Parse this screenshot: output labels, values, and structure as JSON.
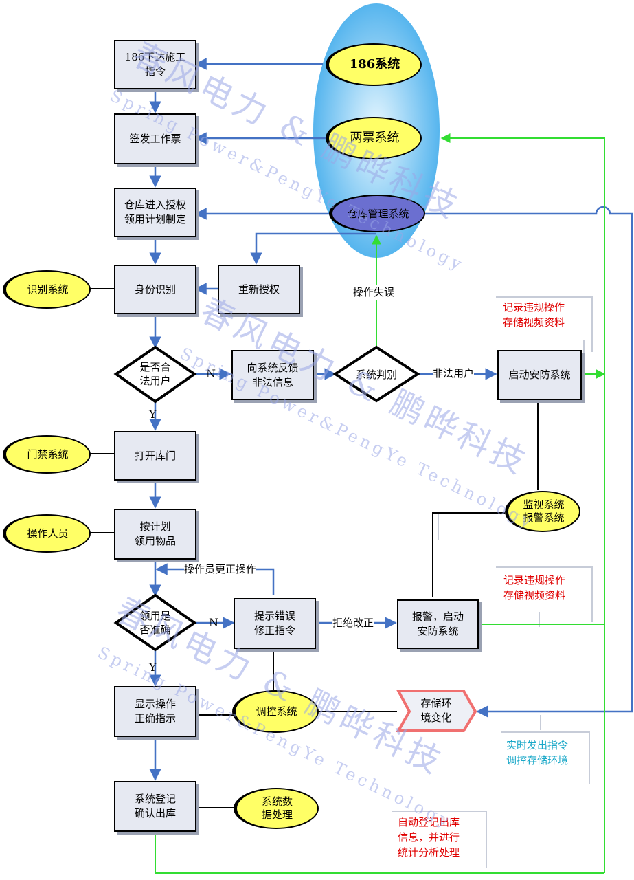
{
  "colors": {
    "arrow": "#4472c4",
    "green": "#33dd33",
    "ellipse": "#ffff66",
    "box": "#e6e9f2",
    "blob": "#5bb8ef",
    "red_note": "#e00000",
    "cyan_note": "#1aa8c8"
  },
  "systems": {
    "s186": "186系统",
    "liangpiao": "两票系统",
    "cangku": "仓库管理系统"
  },
  "ellipses": {
    "shibie": "识别系统",
    "menjin": "门禁系统",
    "caozuo": "操作人员",
    "jiankong": "监视系统\n报警系统",
    "tiaokong": "调控系统",
    "shuju": "系统数\n据处理"
  },
  "boxes": {
    "b186": "186下达施工\n指令",
    "qianfa": "签发工作票",
    "jinru": "仓库进入授权\n领用计划制定",
    "shenfen": "身份识别",
    "chongxin": "重新授权",
    "fankui": "向系统反馈\n非法信息",
    "anfang": "启动安防系统",
    "kaimen": "打开库门",
    "lingyong": "按计划\n领用物品",
    "tishi": "提示错误\n修正指令",
    "baojing": "报警，启动\n安防系统",
    "xianshi": "显示操作\n正确指示",
    "dengji": "系统登记\n确认出库",
    "huanjing": "存储环\n境变化"
  },
  "diamonds": {
    "hefa": "是否合\n法用户",
    "panbie": "系统判别",
    "zhunque": "领用是\n否准确"
  },
  "labels": {
    "n1": "N",
    "y1": "Y",
    "n2": "N",
    "y2": "Y",
    "shiwu": "操作失误",
    "feifa": "非法用户",
    "gengzheng": "操作员更正操作",
    "jujue": "拒绝改正"
  },
  "notes": {
    "note1": "记录违规操作\n存储视频资料",
    "note2": "记录违规操作\n存储视频资料",
    "note3": "实时发出指令\n调控存储环境",
    "note4": "自动登记出库\n信息，并进行\n统计分析处理"
  },
  "watermarks": {
    "cn": "春风电力 & 鹏晔科技",
    "en": "Spring Power&PengYe Technology"
  }
}
